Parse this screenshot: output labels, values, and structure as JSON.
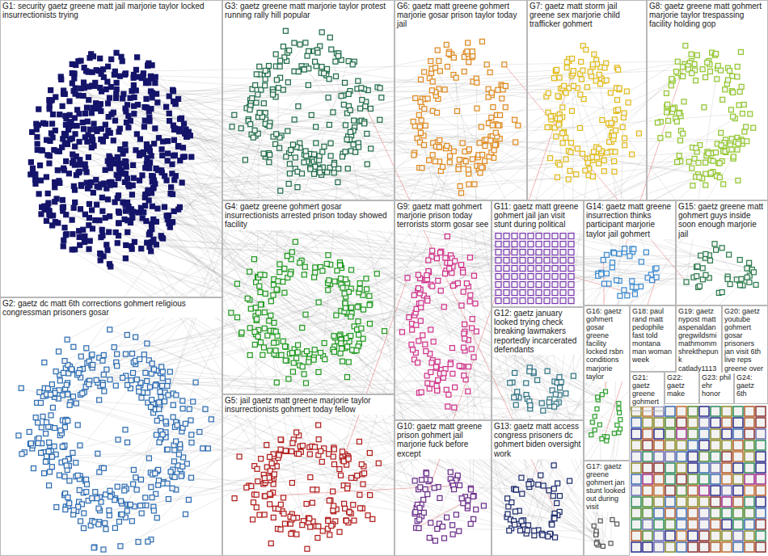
{
  "diagram": {
    "nodes": [
      {
        "text": [
          "G1: security gaetz greene matt jail marjorie taylor locked insurrectionists trying"
        ]
      },
      {
        "text": [
          "G2: gaetz dc matt 6th corrections gohmert religious congressman prisoners gosar"
        ]
      },
      {
        "text": [
          "G3: gaetz greene matt marjorie taylor protest running rally hill popular"
        ]
      },
      {
        "text": [
          "G4: gaetz greene gohmert gosar insurrectionists arrested prison today showed facility"
        ]
      },
      {
        "text": [
          "G5: jail gaetz matt greene marjorie taylor insurrectionists gohmert today fellow"
        ]
      },
      {
        "text": [
          "G6: gaetz matt greene gohmert marjorie gosar prison taylor today jail"
        ]
      },
      {
        "text": [
          "G7: gaetz matt storm jail greene sex marjorie child trafficker gohmert"
        ]
      },
      {
        "text": [
          "G8: gaetz greene matt gohmert marjorie taylor trespassing facility holding gop"
        ]
      },
      {
        "text": [
          "G9: gaetz matt gohmert marjorie prison today terrorists storm gosar see"
        ]
      },
      {
        "text": [
          "G10: gaetz matt greene prison gohmert jail marjorie fuck before except"
        ]
      },
      {
        "text": [
          "G11: gaetz matt greene gohmert jail jan visit stunt during political"
        ]
      },
      {
        "text": [
          "G12: gaetz january looked trying check breaking lawmakers reportedly incarcerated defendants"
        ]
      },
      {
        "text": [
          "G13: gaetz matt access congress prisoners dc gohmert biden oversight work"
        ]
      },
      {
        "text": [
          "G14: gaetz matt greene insurrection thinks participant marjorie taylor jail gohmert"
        ]
      },
      {
        "text": [
          "G15: gaetz greene matt gohmert guys inside soon enough marjorie jail"
        ]
      },
      {
        "text": [
          "G16: gaetz gohmert gosar greene facility locked rsbn conditions marjorie taylor"
        ]
      },
      {
        "text": [
          "G17: gaetz greene gohmert jan stunt looked out during visit"
        ]
      },
      {
        "text": [
          "G18: paul rand matt pedophile fast told montana man woman week"
        ]
      },
      {
        "text": [
          "G19: gaetz nypost matt aspenaldan gregwildsmi mathmomm shrekthepunk catlady1113"
        ]
      },
      {
        "text": [
          "G20: gaetz youtube gohmert gosar prisoners jan visit 6th live reps greene over"
        ]
      },
      {
        "text": [
          "G21: gaetz greene gohmert"
        ]
      },
      {
        "text": [
          "G22: gaetz make"
        ]
      },
      {
        "text": [
          "G23: phil ehr honor"
        ]
      },
      {
        "text": [
          "G24: gaetz 6th"
        ]
      }
    ]
  }
}
